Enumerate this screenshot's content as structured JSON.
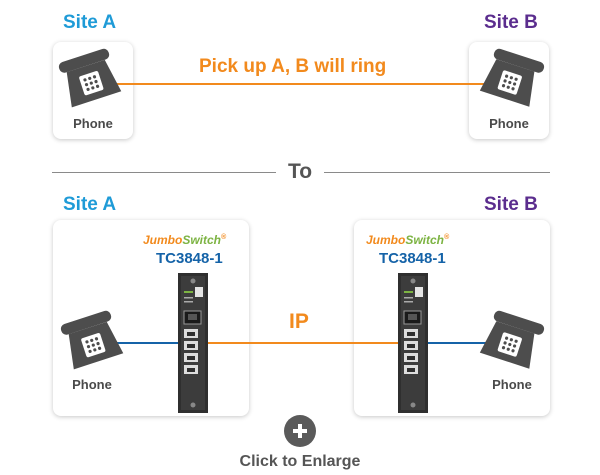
{
  "top": {
    "site_a": "Site A",
    "site_b": "Site B",
    "connection_label": "Pick up A, B will ring",
    "phone_a": "Phone",
    "phone_b": "Phone"
  },
  "divider_label": "To",
  "bottom": {
    "site_a": "Site A",
    "site_b": "Site B",
    "brand_a": {
      "part1": "Jumbo",
      "part2": "Switch",
      "mark": "®"
    },
    "brand_b": {
      "part1": "Jumbo",
      "part2": "Switch",
      "mark": "®"
    },
    "model_a": "TC3848-1",
    "model_b": "TC3848-1",
    "connection_label": "IP",
    "phone_a": "Phone",
    "phone_b": "Phone"
  },
  "enlarge": {
    "label": "Click to Enlarge"
  },
  "colors": {
    "site_a": "#1f9bd7",
    "site_b": "#5b2d8e",
    "orange_line": "#f28a1d",
    "blue_line": "#1563a8",
    "icon_gray": "#4d4d4d"
  },
  "icons": [
    "telephone-icon",
    "media-converter-icon",
    "plus-icon"
  ]
}
